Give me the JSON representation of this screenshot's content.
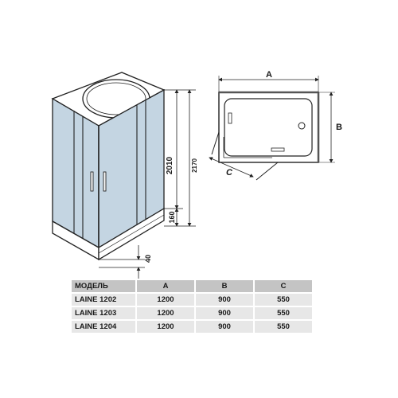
{
  "dimensions": {
    "plan_width": "A",
    "plan_depth": "B",
    "door_opening": "C",
    "cabin_height": "2010",
    "total_height": "2170",
    "tray_height": "160",
    "tray_step": "40"
  },
  "table": {
    "headers": [
      "МОДЕЛЬ",
      "A",
      "B",
      "C"
    ],
    "rows": [
      [
        "LAINE 1202",
        "1200",
        "900",
        "550"
      ],
      [
        "LAINE 1203",
        "1200",
        "900",
        "550"
      ],
      [
        "LAINE 1204",
        "1200",
        "900",
        "550"
      ]
    ]
  },
  "colors": {
    "glass": "#c4d5e2",
    "line": "#222222",
    "header_cell": "#c4c4c4",
    "body_cell": "#e7e7e7"
  }
}
